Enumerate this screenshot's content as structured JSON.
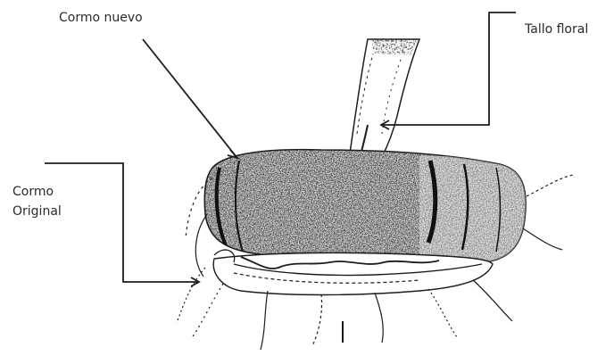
{
  "labels": {
    "cormo_nuevo": "Cormo nuevo",
    "tallo_floral": "Tallo floral",
    "cormo_original_line1": "Cormo",
    "cormo_original_line2": "Original"
  },
  "colors": {
    "ink": "#1c1c1c",
    "background": "#ffffff"
  }
}
